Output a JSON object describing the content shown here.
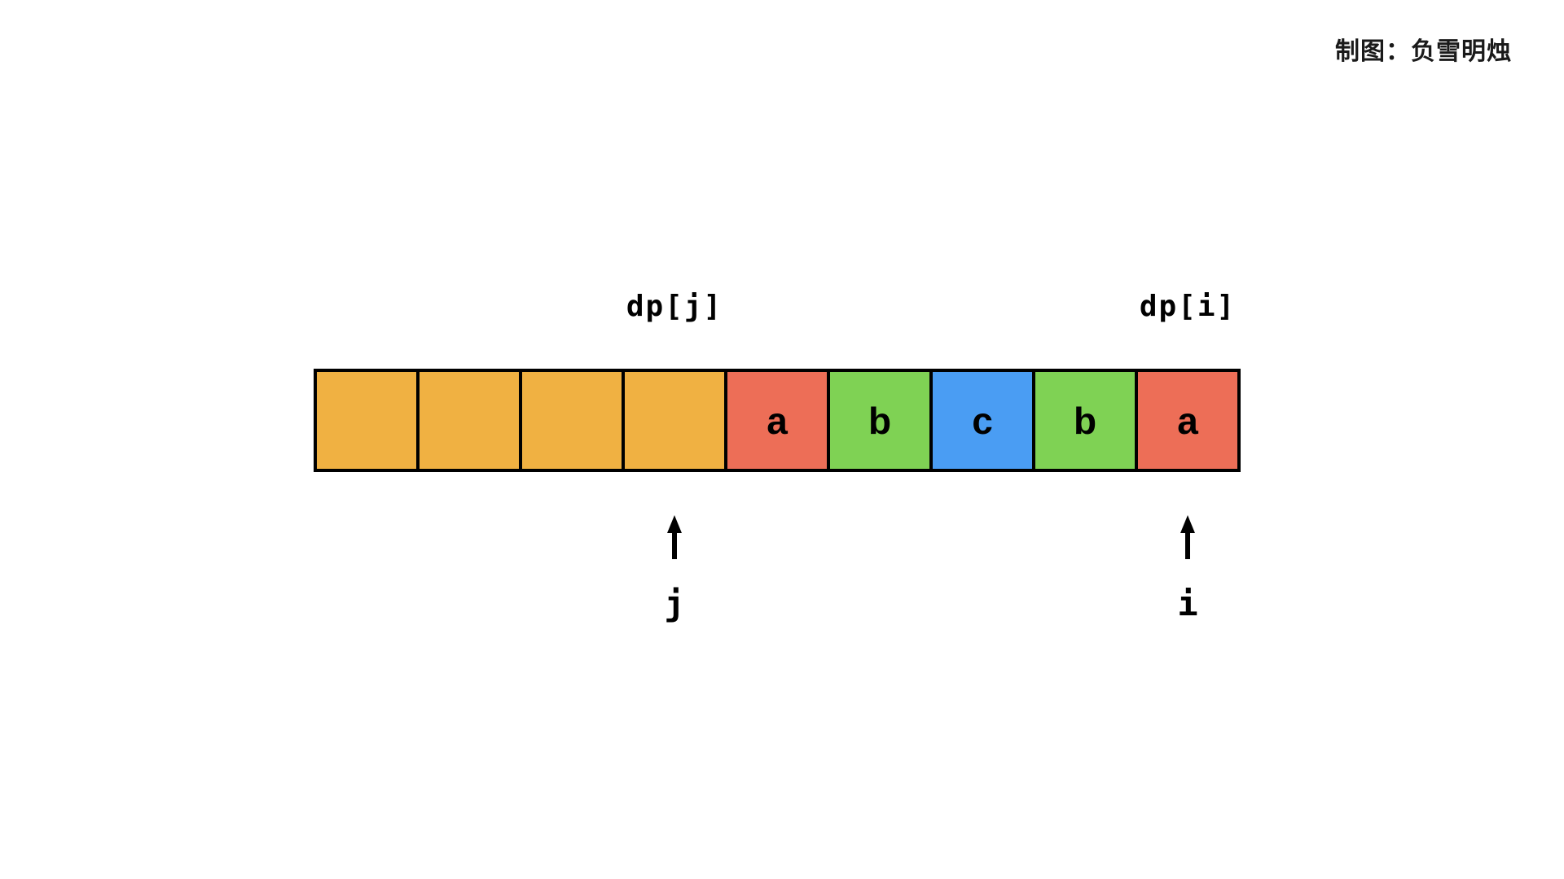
{
  "author_credit": "制图：负雪明烛",
  "labels": {
    "dp_j": "dp[j]",
    "dp_i": "dp[i]",
    "pointer_j": "j",
    "pointer_i": "i"
  },
  "cells": [
    {
      "letter": "",
      "color": "#F0B142",
      "role": "empty"
    },
    {
      "letter": "",
      "color": "#F0B142",
      "role": "empty"
    },
    {
      "letter": "",
      "color": "#F0B142",
      "role": "empty"
    },
    {
      "letter": "",
      "color": "#F0B142",
      "role": "empty"
    },
    {
      "letter": "a",
      "color": "#ED6E57",
      "role": "char"
    },
    {
      "letter": "b",
      "color": "#7FD254",
      "role": "char"
    },
    {
      "letter": "c",
      "color": "#4A9DF3",
      "role": "char"
    },
    {
      "letter": "b",
      "color": "#7FD254",
      "role": "char"
    },
    {
      "letter": "a",
      "color": "#ED6E57",
      "role": "char"
    }
  ],
  "colors": {
    "cell_border": "#000000",
    "arrow": "#000000",
    "background": "#FFFFFF",
    "orange": "#F0B142",
    "red": "#ED6E57",
    "green": "#7FD254",
    "blue": "#4A9DF3"
  }
}
